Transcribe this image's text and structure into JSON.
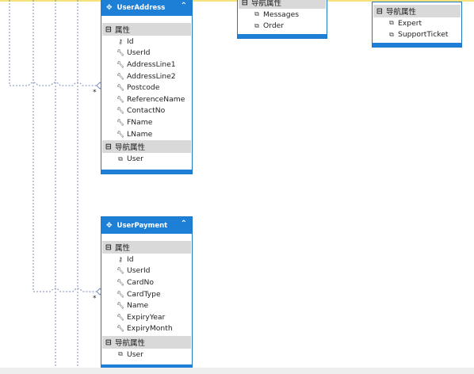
{
  "entities": {
    "useraddress": {
      "title": "UserAddress",
      "properties_label": "属性",
      "properties": [
        "Id",
        "UserId",
        "AddressLine1",
        "AddressLine2",
        "Postcode",
        "ReferenceName",
        "ContactNo",
        "FName",
        "LName"
      ],
      "nav_label": "导航属性",
      "nav": [
        "User"
      ]
    },
    "userpayment": {
      "title": "UserPayment",
      "properties_label": "属性",
      "properties": [
        "Id",
        "UserId",
        "CardNo",
        "CardType",
        "Name",
        "ExpiryYear",
        "ExpiryMonth"
      ],
      "nav_label": "导航属性",
      "nav": [
        "User"
      ]
    },
    "middle": {
      "nav_label": "导航属性",
      "nav": [
        "Messages",
        "Order"
      ]
    },
    "right": {
      "nav_label": "导航属性",
      "nav": [
        "Expert",
        "SupportTicket"
      ]
    }
  },
  "multiplicity": {
    "useraddress": "*",
    "userpayment": "*"
  },
  "colors": {
    "header": "#1e7fd6",
    "border": "#1e78c8",
    "section": "#d9d9d9",
    "connector": "#7b8fb8"
  }
}
